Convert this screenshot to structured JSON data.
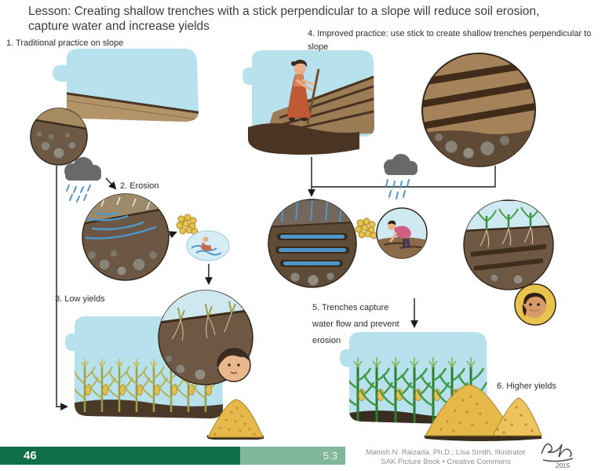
{
  "title": "Lesson: Creating shallow trenches with a stick perpendicular to a slope will reduce soil erosion, capture water and increase yields",
  "steps": {
    "step1_label": "1. Traditional practice on slope",
    "step2_label": "2. Erosion",
    "step3_label": "3. Low yields",
    "step4_label": "4. Improved practice: use stick to create shallow trenches perpendicular to slope",
    "step5_label": "5. Trenches capture water flow and prevent erosion",
    "step6_label": "6. Higher yields"
  },
  "footer": {
    "page_number": "46",
    "section_number": "5.3",
    "credit_line1": "Manish N. Raizada, Ph.D.; Lisa Smith, Illustrator",
    "credit_line2": "SAK Picture Book • Creative Commons",
    "signature_year": "2015"
  },
  "illustrations": {
    "step1": "sloped field with soil cross-section circle",
    "step2": "rain cloud and erosion close-up circle with washed seeds",
    "step3": "pale low-yield maize field with soil circle, farmer face and small grain pile",
    "step4": "farmer using a stick to make trenches, with trench close-up circle",
    "step5": "rain cloud, trenches capturing water, farmer planting, seedlings growing",
    "step6": "lush green maize field with large grain piles"
  },
  "colors": {
    "footer_green": "#0f6f4a",
    "footer_light_green": "#80b899",
    "sky_blue": "#b8e1ee",
    "soil_brown": "#6e5844",
    "corn_yellow": "#e6b84a",
    "leaf_green": "#3f9b43",
    "rain_blue": "#4f97c9",
    "text_dark": "#3c3c3c",
    "credit_gray": "#8f8f8f"
  }
}
